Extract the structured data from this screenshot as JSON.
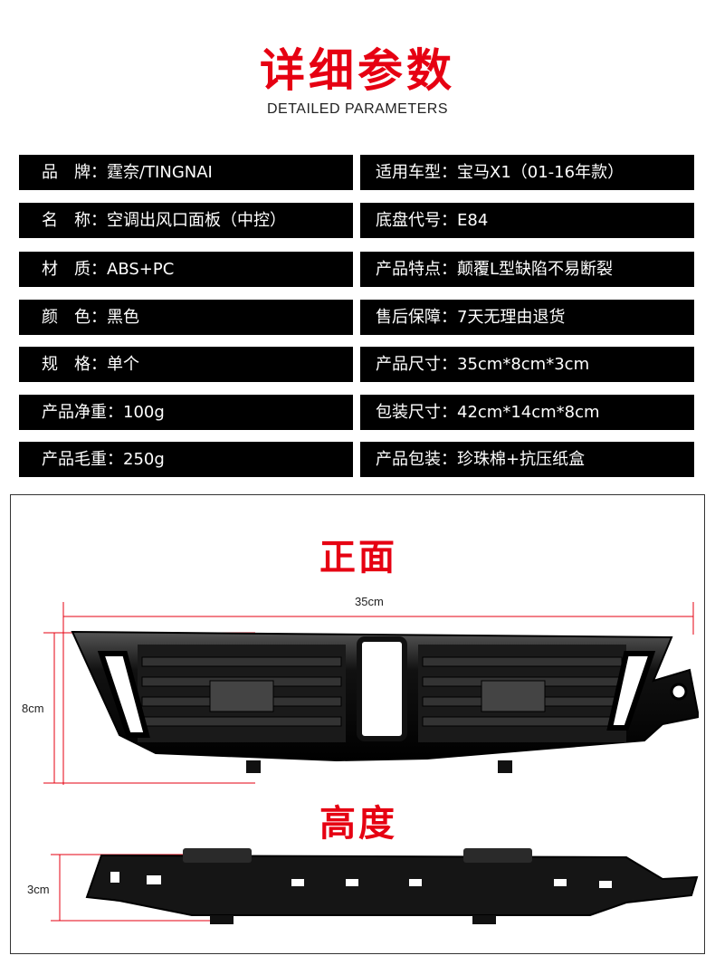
{
  "header": {
    "title": "详细参数",
    "subtitle": "DETAILED PARAMETERS"
  },
  "params": [
    {
      "label": "品　牌：",
      "value": "霆奈/TINGNAI"
    },
    {
      "label": "适用车型：",
      "value": "宝马X1（01-16年款）"
    },
    {
      "label": "名　称：",
      "value": "空调出风口面板（中控）"
    },
    {
      "label": "底盘代号：",
      "value": "E84"
    },
    {
      "label": "材　质：",
      "value": "ABS+PC"
    },
    {
      "label": "产品特点：",
      "value": "颠覆L型缺陷不易断裂"
    },
    {
      "label": "颜　色：",
      "value": "黑色"
    },
    {
      "label": "售后保障：",
      "value": "7天无理由退货"
    },
    {
      "label": "规　格：",
      "value": "单个"
    },
    {
      "label": "产品尺寸：",
      "value": "35cm*8cm*3cm"
    },
    {
      "label": "产品净重：",
      "value": "100g"
    },
    {
      "label": "包装尺寸：",
      "value": "42cm*14cm*8cm"
    },
    {
      "label": "产品毛重：",
      "value": "250g"
    },
    {
      "label": "产品包装：",
      "value": "珍珠棉+抗压纸盒"
    }
  ],
  "front_view": {
    "title": "正面",
    "width_label": "35cm",
    "height_label": "8cm"
  },
  "side_view": {
    "title": "高度",
    "height_label": "3cm"
  },
  "colors": {
    "accent": "#e60012",
    "bar": "#000000"
  }
}
